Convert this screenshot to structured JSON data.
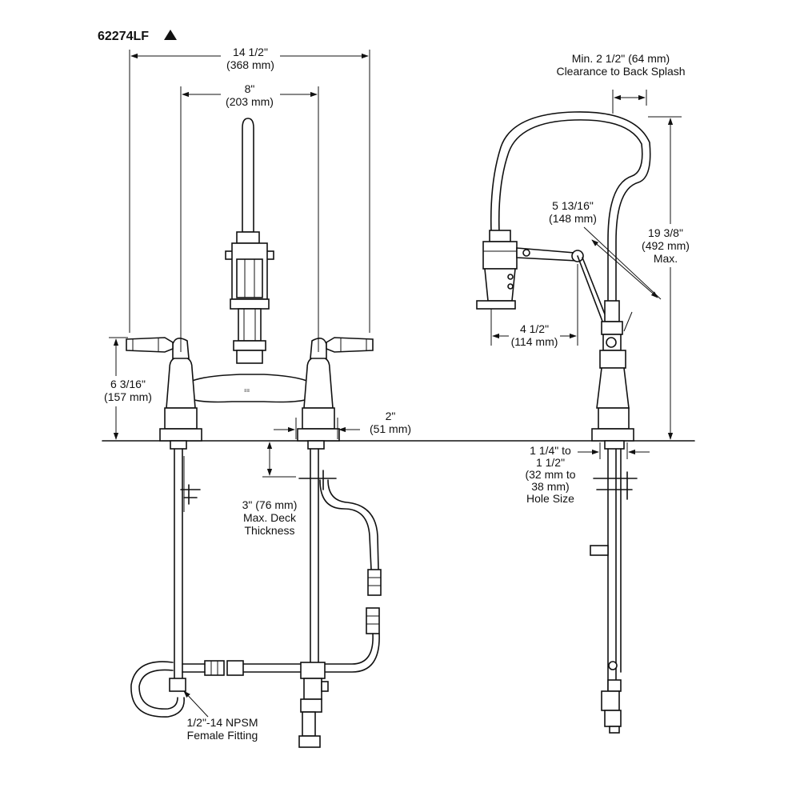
{
  "model": {
    "number": "62274LF"
  },
  "dimensions": {
    "overall_width": {
      "imperial": "14 1/2\"",
      "metric": "(368 mm)"
    },
    "center_spread": {
      "imperial": "8\"",
      "metric": "(203 mm)"
    },
    "deck_height": {
      "imperial": "6 3/16\"",
      "metric": "(157 mm)"
    },
    "base_diameter": {
      "imperial": "2\"",
      "metric": "(51 mm)"
    },
    "deck_thickness": {
      "line1": "3\" (76 mm)",
      "line2": "Max. Deck",
      "line3": "Thickness"
    },
    "backsplash_clearance": {
      "line1": "Min. 2 1/2\" (64 mm)",
      "line2": "Clearance to Back Splash"
    },
    "spout_arm": {
      "imperial": "5 13/16\"",
      "metric": "(148 mm)"
    },
    "overall_height": {
      "imperial": "19 3/8\"",
      "metric": "(492 mm)",
      "note": "Max."
    },
    "spray_reach": {
      "imperial": "4 1/2\"",
      "metric": "(114 mm)"
    },
    "hole_size": {
      "line1": "1 1/4\" to",
      "line2": "1 1/2\"",
      "line3": "(32 mm to",
      "line4": "38 mm)",
      "line5": "Hole Size"
    },
    "fitting": {
      "line1": "1/2\"-14 NPSM",
      "line2": "Female Fitting"
    }
  }
}
